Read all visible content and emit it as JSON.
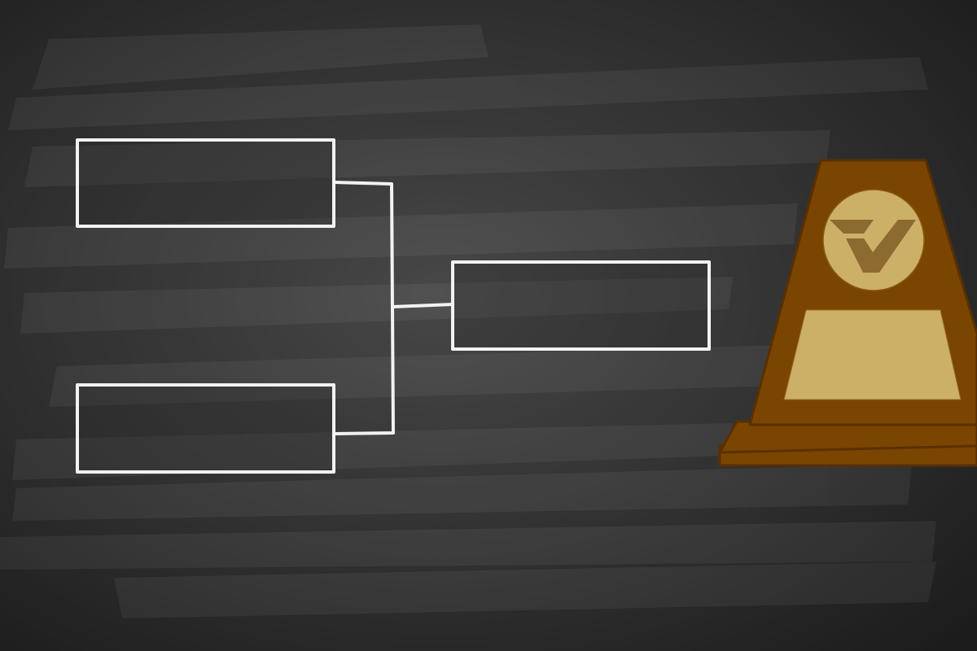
{
  "scene": {
    "board_color": "#2b2b2c",
    "board_highlight": "#464647",
    "chalk_color": "#f2f2f2"
  },
  "bracket": {
    "slots": [
      {
        "round": 1,
        "label": ""
      },
      {
        "round": 1,
        "label": ""
      },
      {
        "round": 2,
        "label": ""
      }
    ]
  },
  "trophy": {
    "icon": "trophy-icon",
    "body_color": "#7a4500",
    "outline_color": "#5a3000",
    "plate_color": "#cdb068",
    "logo_color": "#8c6a30",
    "logo_icon": "check-logo-icon"
  }
}
